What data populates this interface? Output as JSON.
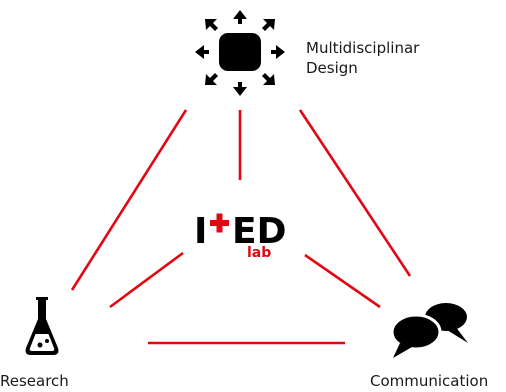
{
  "center_logo": {
    "letter_i": "I",
    "letters_ed": "ED",
    "sub": "lab",
    "plus_symbol": "+"
  },
  "nodes": {
    "design": {
      "label_line1": "Multidisciplinar",
      "label_line2": "Design",
      "icon": "expand-arrows-icon"
    },
    "research": {
      "label": "Research",
      "icon": "flask-icon"
    },
    "communication": {
      "label": "Communication",
      "icon": "speech-bubbles-icon"
    }
  },
  "colors": {
    "connector": "#e30613",
    "icon": "#000000",
    "logo_dark": "#000000",
    "logo_red": "#e30613",
    "text": "#1a1a1a"
  }
}
